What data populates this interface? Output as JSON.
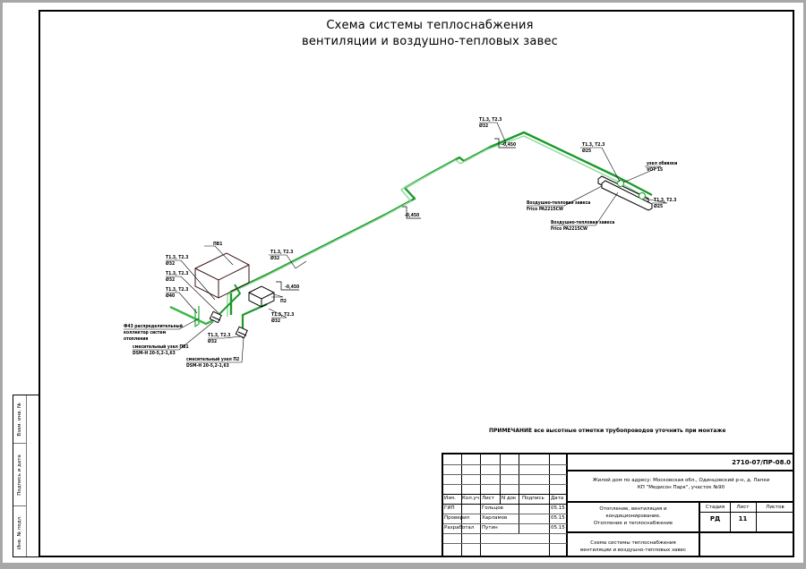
{
  "drawing": {
    "title_line1": "Схема системы теплоснабжения",
    "title_line2": "вентиляции и воздушно-тепловых завес",
    "note": "ПРИМЕЧАНИЕ все высотные отметки трубопроводов уточнить при монтаже",
    "pipe_color": "#1a9a2a",
    "equipment_color": "#3a1414",
    "labels": {
      "pv1": "ПВ1",
      "p2": "П2",
      "t13_t23": "Т1.3, Т2.3",
      "d32": "Ø32",
      "d40": "Ø40",
      "d25": "Ø25",
      "elev_1": "-0,450",
      "elev_2": "-0,450",
      "elev_3": "-0,450",
      "elev_4": "-0,450",
      "collector_1": "Ф43 распределительный",
      "collector_2": "коллектор систем",
      "collector_3": "отопления",
      "mix_pv1_1": "смесительный узел ПВ1",
      "mix_pv1_2": "DSM-H 20-5,2-1,63",
      "mix_p2_1": "смесительный узел П2",
      "mix_p2_2": "DSM-H 20-5,2-1,63",
      "vent_node_1": "узел обвязки",
      "vent_node_2": "VOT 15",
      "curtain1_1": "Воздушно-тепловая завеса",
      "curtain1_2": "Frico PA2215CW",
      "curtain2_1": "Воздушно-тепловая завеса",
      "curtain2_2": "Frico PA2215CW"
    }
  },
  "side_stamp": {
    "cells": [
      "Взам. инв. №",
      "Подпись и дата",
      "Инв. № подл."
    ]
  },
  "title_block": {
    "doc_code": "2710-07/ПР-08.0",
    "project_line1": "Жилой дом по адресу: Московская обл., Одинцовский р-н, д. Лапки",
    "project_line2": "КП \"Медисон Парк\", участок №90",
    "section_line1": "Отопление, вентиляция и",
    "section_line2": "кондиционирование.",
    "section_line3": "Отопление и теплоснабжение",
    "sheet_title_line1": "Схема системы теплоснабжения",
    "sheet_title_line2": "вентиляции и воздушно-тепловых завес",
    "stage_label": "Стадия",
    "sheet_label": "Лист",
    "sheets_label": "Листов",
    "stage_value": "РД",
    "sheet_value": "11",
    "sheets_value": "",
    "headers": [
      "Изм.",
      "Кол.уч",
      "Лист",
      "N док",
      "Подпись",
      "Дата"
    ],
    "signatures": [
      {
        "role": "ГИП",
        "name": "Гольцов",
        "date": "05.15"
      },
      {
        "role": "Проверил",
        "name": "Харламов",
        "date": "05.15"
      },
      {
        "role": "Разработал",
        "name": "Путин",
        "date": "05.15"
      }
    ]
  }
}
